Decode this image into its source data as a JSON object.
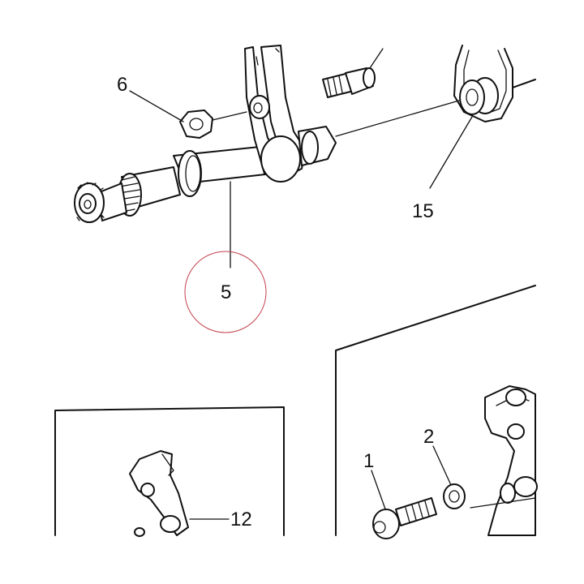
{
  "diagram": {
    "callouts": [
      {
        "id": "callout-6",
        "label": "6"
      },
      {
        "id": "callout-5",
        "label": "5"
      },
      {
        "id": "callout-15",
        "label": "15"
      },
      {
        "id": "callout-12",
        "label": "12"
      },
      {
        "id": "callout-1",
        "label": "1"
      },
      {
        "id": "callout-2",
        "label": "2"
      }
    ],
    "highlight_color": "#c2404a",
    "highlighted_callout": "5"
  }
}
